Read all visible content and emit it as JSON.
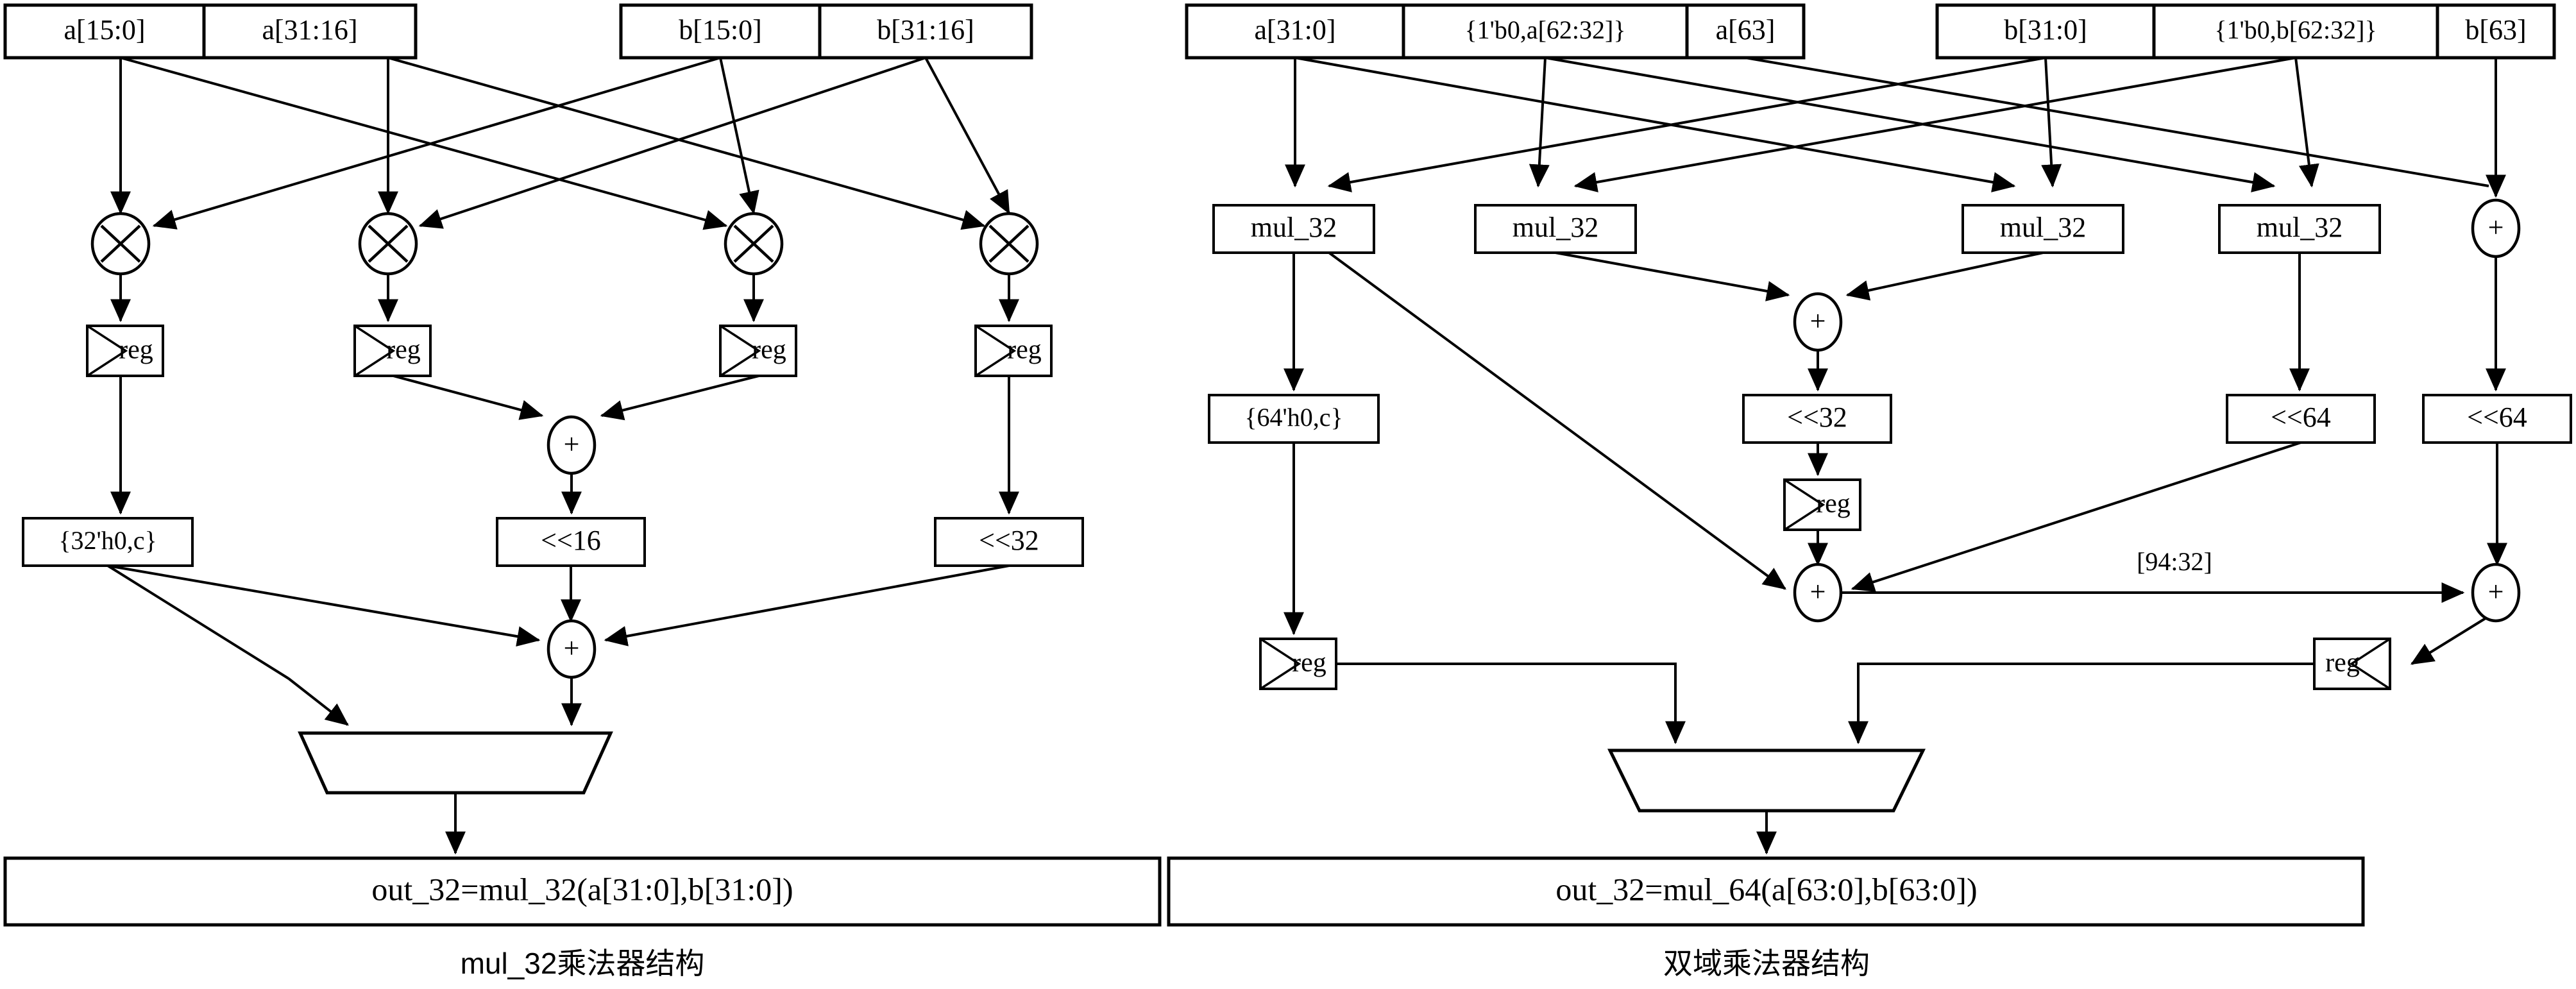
{
  "figure": {
    "title_left": "mul_32乘法器结构",
    "title_right": "双域乘法器结构",
    "background": "#ffffff",
    "line_color": "#000000"
  },
  "left_diagram": {
    "name": "mul_32 multiplier structure",
    "inputs": [
      {
        "id": "a_lo",
        "label": "a[15:0]"
      },
      {
        "id": "a_hi",
        "label": "a[31:16]"
      },
      {
        "id": "b_lo",
        "label": "b[15:0]"
      },
      {
        "id": "b_hi",
        "label": "b[31:16]"
      }
    ],
    "multipliers": [
      {
        "id": "mul0",
        "symbol": "×"
      },
      {
        "id": "mul1",
        "symbol": "×"
      },
      {
        "id": "mul2",
        "symbol": "×"
      },
      {
        "id": "mul3",
        "symbol": "×"
      }
    ],
    "registers": [
      {
        "id": "reg0",
        "label": "reg"
      },
      {
        "id": "reg1",
        "label": "reg"
      },
      {
        "id": "reg2",
        "label": "reg"
      },
      {
        "id": "reg3",
        "label": "reg"
      }
    ],
    "adders": [
      {
        "id": "add_mid",
        "symbol": "+"
      },
      {
        "id": "add_final",
        "symbol": "+"
      }
    ],
    "ops": [
      {
        "id": "concat32",
        "label": "{32'h0,c}"
      },
      {
        "id": "shl16",
        "label": "<<16"
      },
      {
        "id": "shl32",
        "label": "<<32"
      }
    ],
    "mux": {
      "id": "mux_left",
      "label": ""
    },
    "output": {
      "id": "out_left",
      "label": "out_32=mul_32(a[31:0],b[31:0])"
    }
  },
  "right_diagram": {
    "name": "dual-field multiplier structure",
    "inputs": [
      {
        "id": "a31_0",
        "label": "a[31:0]"
      },
      {
        "id": "a_cat",
        "label": "{1'b0,a[62:32]}"
      },
      {
        "id": "a63",
        "label": "a[63]"
      },
      {
        "id": "b31_0",
        "label": "b[31:0]"
      },
      {
        "id": "b_cat",
        "label": "{1'b0,b[62:32]}"
      },
      {
        "id": "b63",
        "label": "b[63]"
      }
    ],
    "mul_blocks": [
      {
        "id": "rmul0",
        "label": "mul_32"
      },
      {
        "id": "rmul1",
        "label": "mul_32"
      },
      {
        "id": "rmul2",
        "label": "mul_32"
      },
      {
        "id": "rmul3",
        "label": "mul_32"
      }
    ],
    "adders": [
      {
        "id": "radd_top",
        "symbol": "+"
      },
      {
        "id": "radd_mid",
        "symbol": "+"
      },
      {
        "id": "radd_xor",
        "symbol": "+"
      },
      {
        "id": "radd_right",
        "symbol": "+"
      }
    ],
    "ops": [
      {
        "id": "rconcat64",
        "label": "{64'h0,c}"
      },
      {
        "id": "rshl32",
        "label": "<<32"
      },
      {
        "id": "rshl64a",
        "label": "<<64"
      },
      {
        "id": "rshl64b",
        "label": "<<64"
      }
    ],
    "registers": [
      {
        "id": "rreg_mid",
        "label": "reg"
      },
      {
        "id": "rreg_left",
        "label": "reg"
      },
      {
        "id": "rreg_right",
        "label": "reg"
      }
    ],
    "annotations": [
      {
        "id": "slice_label",
        "label": "[94:32]"
      }
    ],
    "mux": {
      "id": "mux_right",
      "label": ""
    },
    "output": {
      "id": "out_right",
      "label": "out_32=mul_64(a[63:0],b[63:0])"
    }
  }
}
